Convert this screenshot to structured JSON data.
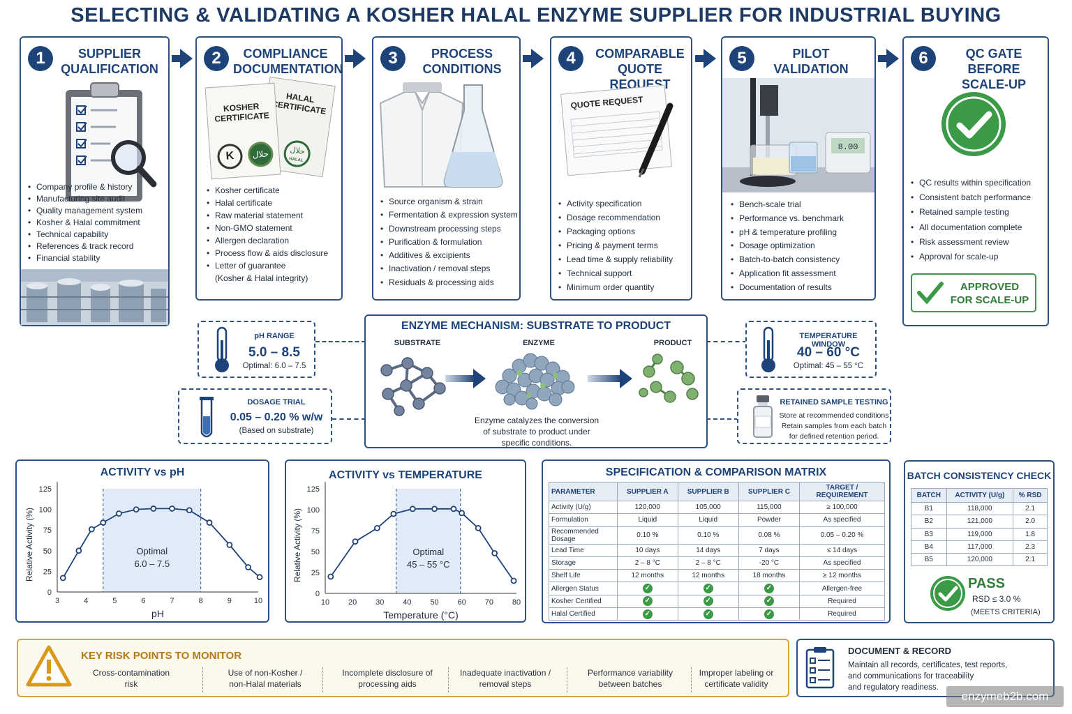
{
  "title": "SELECTING & VALIDATING A KOSHER HALAL ENZYME SUPPLIER FOR INDUSTRIAL BUYING",
  "steps": [
    {
      "num": "1",
      "title_l1": "SUPPLIER",
      "title_l2": "QUALIFICATION",
      "items": [
        "Company profile & history",
        "Manufacturing site audit",
        "Quality management system",
        "Kosher & Halal commitment",
        "Technical capability",
        "References & track record",
        "Financial stability"
      ]
    },
    {
      "num": "2",
      "title_l1": "COMPLIANCE",
      "title_l2": "DOCUMENTATION",
      "cert1_l1": "KOSHER",
      "cert1_l2": "CERTIFICATE",
      "cert2_l1": "HALAL",
      "cert2_l2": "CERTIFICATE",
      "seal_k": "K",
      "seal_halal": "HALAL",
      "seal_halal_ar": "حلال",
      "items": [
        "Kosher certificate",
        "Halal certificate",
        "Raw material statement",
        "Non-GMO statement",
        "Allergen declaration",
        "Process flow & aids disclosure",
        "Letter of guarantee",
        "(Kosher & Halal integrity)"
      ]
    },
    {
      "num": "3",
      "title_l1": "PROCESS",
      "title_l2": "CONDITIONS",
      "items": [
        "Source organism & strain",
        "Fermentation & expression system",
        "Downstream processing steps",
        "Purification & formulation",
        "Additives & excipients",
        "Inactivation / removal steps",
        "Residuals & processing aids"
      ]
    },
    {
      "num": "4",
      "title_l1": "COMPARABLE",
      "title_l2": "QUOTE REQUEST",
      "doc_title": "QUOTE REQUEST",
      "items": [
        "Activity specification",
        "Dosage recommendation",
        "Packaging options",
        "Pricing & payment terms",
        "Lead time & supply reliability",
        "Technical support",
        "Minimum order quantity"
      ]
    },
    {
      "num": "5",
      "title_l1": "PILOT",
      "title_l2": "VALIDATION",
      "meter_value": "8.00",
      "items": [
        "Bench-scale trial",
        "Performance vs. benchmark",
        "pH & temperature profiling",
        "Dosage optimization",
        "Batch-to-batch consistency",
        "Application fit assessment",
        "Documentation of results"
      ]
    },
    {
      "num": "6",
      "title_l1": "QC GATE BEFORE",
      "title_l2": "SCALE-UP",
      "items": [
        "QC results within specification",
        "Consistent batch performance",
        "Retained sample testing",
        "All documentation complete",
        "Risk assessment review",
        "Approval for scale-up"
      ],
      "approved_l1": "APPROVED",
      "approved_l2": "FOR SCALE-UP"
    }
  ],
  "ph_range": {
    "label": "pH RANGE",
    "value": "5.0 – 8.5",
    "sub": "Optimal: 6.0 – 7.5"
  },
  "dosage_trial": {
    "label": "DOSAGE TRIAL",
    "value": "0.05 – 0.20 % w/w",
    "sub": "(Based on substrate)"
  },
  "temp_window": {
    "label": "TEMPERATURE WINDOW",
    "value": "40 – 60 °C",
    "sub": "Optimal: 45 – 55 °C"
  },
  "retained": {
    "label": "RETAINED SAMPLE TESTING",
    "l1": "Store at recommended conditions",
    "l2": "Retain samples from each batch",
    "l3": "for defined retention period."
  },
  "mechanism": {
    "title": "ENZYME MECHANISM:  SUBSTRATE TO PRODUCT",
    "substrate": "SUBSTRATE",
    "enzyme": "ENZYME",
    "product": "PRODUCT",
    "d1": "Enzyme catalyzes the conversion",
    "d2": "of substrate to product under",
    "d3": "specific conditions."
  },
  "chart_data": [
    {
      "type": "line",
      "title": "ACTIVITY vs pH",
      "xlabel": "pH",
      "ylabel": "Relative Activity (%)",
      "xlim": [
        3,
        10
      ],
      "ylim": [
        0,
        125
      ],
      "xticks": [
        3,
        4,
        5,
        6,
        7,
        8,
        9,
        10
      ],
      "yticks": [
        0,
        25,
        50,
        75,
        100,
        125
      ],
      "x": [
        3.2,
        3.75,
        4.2,
        4.6,
        5.15,
        5.75,
        6.35,
        7.0,
        7.6,
        8.3,
        9.0,
        9.65,
        10.05
      ],
      "y": [
        17,
        50,
        76,
        84,
        95,
        100,
        101,
        101,
        99,
        84,
        57,
        30,
        18
      ],
      "optimal_band": [
        4.6,
        8.0
      ],
      "optimal_l1": "Optimal",
      "optimal_l2": "6.0 – 7.5"
    },
    {
      "type": "line",
      "title": "ACTIVITY vs TEMPERATURE",
      "xlabel": "Temperature (°C)",
      "ylabel": "Relative Activity (%)",
      "xlim": [
        10,
        80
      ],
      "ylim": [
        0,
        125
      ],
      "xticks": [
        10,
        20,
        30,
        40,
        50,
        60,
        70,
        80
      ],
      "yticks": [
        0,
        25,
        50,
        75,
        100,
        125
      ],
      "x": [
        12,
        21,
        29,
        35,
        42,
        50,
        57,
        60,
        66,
        72,
        79
      ],
      "y": [
        20,
        62,
        78,
        95,
        101,
        101,
        101,
        96,
        78,
        48,
        15
      ],
      "optimal_band": [
        36,
        59.5
      ],
      "optimal_l1": "Optimal",
      "optimal_l2": "45 – 55 °C"
    }
  ],
  "matrix": {
    "title": "SPECIFICATION & COMPARISON MATRIX",
    "headers": [
      "PARAMETER",
      "SUPPLIER A",
      "SUPPLIER B",
      "SUPPLIER C",
      "TARGET / REQUIREMENT"
    ],
    "rows": [
      [
        "Activity (U/g)",
        "120,000",
        "105,000",
        "115,000",
        "≥ 100,000"
      ],
      [
        "Formulation",
        "Liquid",
        "Liquid",
        "Powder",
        "As specified"
      ],
      [
        "Recommended Dosage",
        "0.10 %",
        "0.10 %",
        "0.08 %",
        "0.05 – 0.20 %"
      ],
      [
        "Lead Time",
        "10 days",
        "14 days",
        "7 days",
        "≤ 14 days"
      ],
      [
        "Storage",
        "2 – 8 °C",
        "2 – 8 °C",
        "-20 °C",
        "As specified"
      ],
      [
        "Shelf Life",
        "12 months",
        "12 months",
        "18 months",
        "≥ 12 months"
      ],
      [
        "Allergen Status",
        "✓",
        "✓",
        "✓",
        "Allergen-free"
      ],
      [
        "Kosher Certified",
        "✓",
        "✓",
        "✓",
        "Required"
      ],
      [
        "Halal Certified",
        "✓",
        "✓",
        "✓",
        "Required"
      ]
    ]
  },
  "batch": {
    "title": "BATCH  CONSISTENCY CHECK",
    "headers": [
      "BATCH",
      "ACTIVITY (U/g)",
      "% RSD"
    ],
    "rows": [
      [
        "B1",
        "118,000",
        "2.1"
      ],
      [
        "B2",
        "121,000",
        "2.0"
      ],
      [
        "B3",
        "119,000",
        "1.8"
      ],
      [
        "B4",
        "117,000",
        "2.3"
      ],
      [
        "B5",
        "120,000",
        "2.1"
      ]
    ],
    "pass": "PASS",
    "rsd": "RSD ≤ 3.0 %",
    "meets": "(MEETS CRITERIA)"
  },
  "risks": {
    "title": "KEY RISK POINTS TO MONITOR",
    "items": [
      [
        "Cross-contamination",
        "risk"
      ],
      [
        "Use of non-Kosher /",
        "non-Halal materials"
      ],
      [
        "Incomplete disclosure of",
        "processing aids"
      ],
      [
        "Inadequate inactivation /",
        "removal steps"
      ],
      [
        "Performance variability",
        "between batches"
      ],
      [
        "Improper labeling or",
        "certificate validity"
      ]
    ]
  },
  "document": {
    "title": "DOCUMENT & RECORD",
    "l1": "Maintain all records, certificates, test reports,",
    "l2": "and communications for traceability",
    "l3": "and regulatory readiness."
  },
  "watermark": "enzymeb2b.com",
  "colors": {
    "navy": "#1e4378",
    "green": "#3a9a45",
    "warn": "#d99a1b",
    "band": "#dbe8f6"
  }
}
